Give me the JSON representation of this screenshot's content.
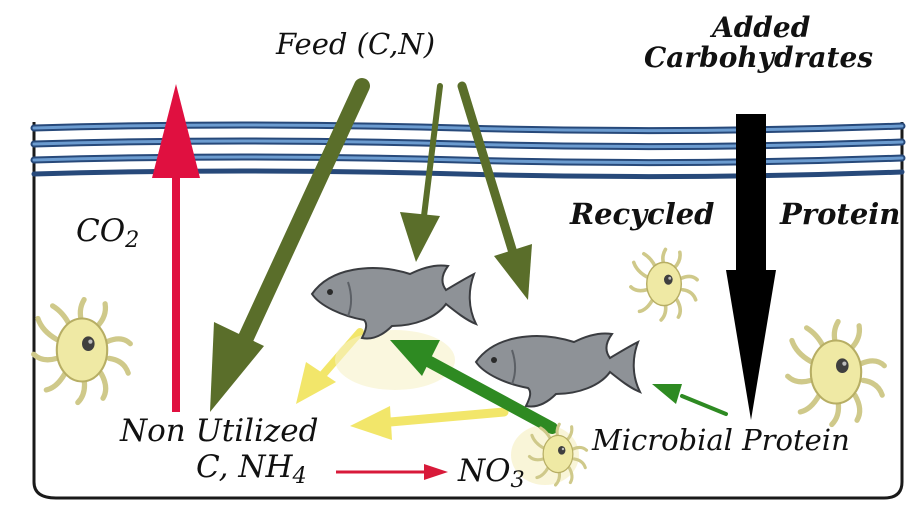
{
  "labels": {
    "feed": "Feed (C,N)",
    "added_line1": "Added",
    "added_line2": "Carbohydrates",
    "co2_main": "CO",
    "co2_sub": "2",
    "recycled": "Recycled",
    "protein": "Protein",
    "non_utilized": "Non Utilized",
    "c_nh4_main": "C, NH",
    "c_nh4_sub": "4",
    "no3_main": "NO",
    "no3_sub": "3",
    "microbial_protein": "Microbial Protein"
  },
  "icons": {
    "fish": "fish-icon",
    "microbe": "microbe-icon"
  },
  "colors": {
    "water_stripes": "#3a6ea8",
    "feed_arrows": "#5a6e2a",
    "co2_arrow": "#e01040",
    "carbohydrate_arrow": "#000000",
    "waste_arrows": "#f2e66a",
    "protein_arrows": "#2e8a22",
    "nitrification_arrow": "#d81a3a",
    "fish": "#8e9297",
    "microbes": "#efe9a4"
  }
}
